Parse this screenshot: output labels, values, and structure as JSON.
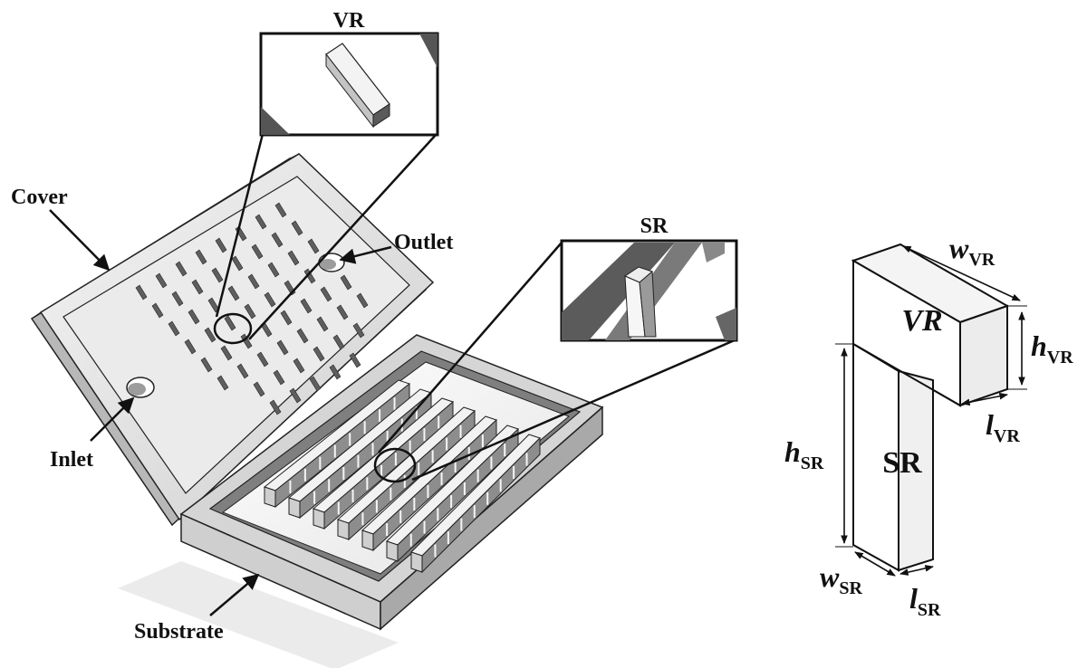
{
  "labels": {
    "cover": "Cover",
    "outlet": "Outlet",
    "inlet": "Inlet",
    "substrate": "Substrate",
    "vr_zoom": "VR",
    "sr_zoom": "SR",
    "vr_block": "VR",
    "sr_block": "SR"
  },
  "dimensions": {
    "w_vr": {
      "main": "w",
      "sub": "VR"
    },
    "h_vr": {
      "main": "h",
      "sub": "VR"
    },
    "l_vr": {
      "main": "l",
      "sub": "VR"
    },
    "h_sr": {
      "main": "h",
      "sub": "SR"
    },
    "w_sr": {
      "main": "w",
      "sub": "SR"
    },
    "l_sr": {
      "main": "l",
      "sub": "SR"
    }
  },
  "colors": {
    "outline": "#1a1a1a",
    "surface": "#e9e9e9",
    "surface_dark": "#8a8a8a",
    "shadow": "#d6d6d6"
  }
}
